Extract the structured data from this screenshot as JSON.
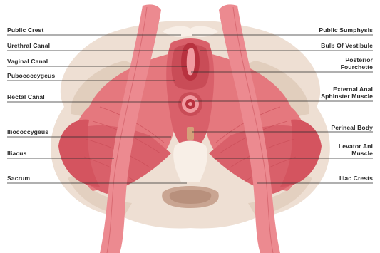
{
  "labels_left": [
    {
      "id": "pubic-crest",
      "text": "Public Crest"
    },
    {
      "id": "urethral-canal",
      "text": "Urethral Canal"
    },
    {
      "id": "vaginal-canal",
      "text": "Vaginal Canal"
    },
    {
      "id": "pubococcygeus",
      "text": "Pubococcygeus"
    },
    {
      "id": "rectal-canal",
      "text": "Rectal Canal"
    },
    {
      "id": "iliococcygeus",
      "text": "Iliococcygeus"
    },
    {
      "id": "iliacus",
      "text": "Iliacus"
    },
    {
      "id": "sacrum",
      "text": "Sacrum"
    }
  ],
  "labels_right": [
    {
      "id": "pubic-symphysis",
      "lines": [
        "Public Sumphysis"
      ]
    },
    {
      "id": "bulb-of-vestibule",
      "lines": [
        "Bulb Of Vestibule"
      ]
    },
    {
      "id": "posterior-fourchette",
      "lines": [
        "Posterior",
        "Fourchette"
      ]
    },
    {
      "id": "external-anal-sphincter",
      "lines": [
        "External Anal",
        "Sphinster Muscle"
      ]
    },
    {
      "id": "perineal-body",
      "lines": [
        "Perineal Body"
      ]
    },
    {
      "id": "levator-ani",
      "lines": [
        "Levator Ani",
        "Muscle"
      ]
    },
    {
      "id": "iliac-crests",
      "lines": [
        "Iliac Crests"
      ]
    }
  ],
  "colors": {
    "bone": "#eedfd3",
    "bone_shadow": "#dcc6b4",
    "bone_light": "#f8efe7",
    "muscle": "#e5787e",
    "muscle_dark": "#c94c57",
    "muscle_light": "#f19aa0",
    "canal_dark": "#b8323f",
    "sacrum_hole": "#c9a592",
    "text": "#2b2b2b"
  }
}
